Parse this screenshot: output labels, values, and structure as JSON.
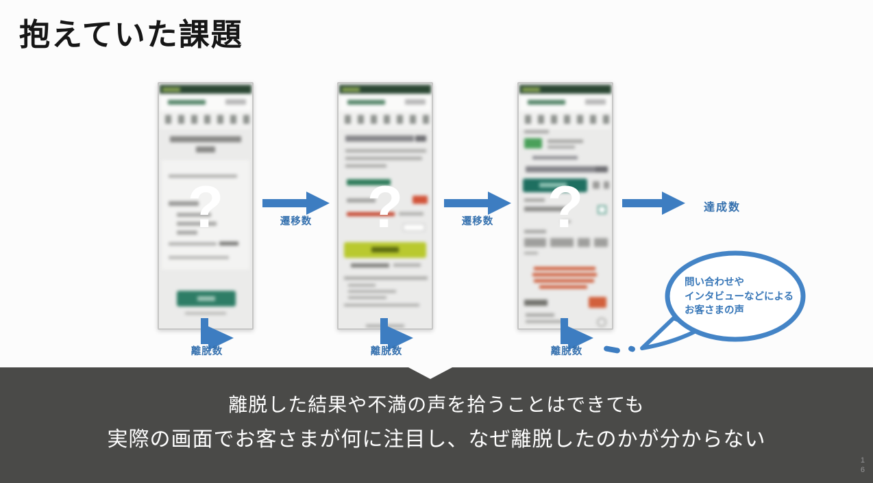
{
  "slide": {
    "title": "抱えていた課題",
    "page_numbers": [
      "1",
      "6"
    ]
  },
  "flow": {
    "question_mark": "?",
    "transition_labels": [
      "遷移数",
      "遷移数"
    ],
    "achievement_label": "達成数",
    "dropout_labels": [
      "離脱数",
      "離脱数",
      "離脱数"
    ]
  },
  "bubble": {
    "lines": [
      "問い合わせや",
      "インタビューなどによる",
      "お客さまの声"
    ]
  },
  "banner": {
    "line1": "離脱した結果や不満の声を拾うことはできても",
    "line2": "実際の画面でお客さまが何に注目し、なぜ離脱したのかが分からない"
  },
  "colors": {
    "arrow_blue": "#3d7dc1",
    "label_blue": "#3470ae",
    "bubble_outline_blue": "#4484c6",
    "banner_bg": "#4a4a48",
    "phone_header_green": "#2b4733",
    "cta_green": "#2e7d66",
    "cta_yellow": "#b9c92f",
    "cta_teal": "#1e6f60",
    "alert_orange": "#d2603c"
  }
}
